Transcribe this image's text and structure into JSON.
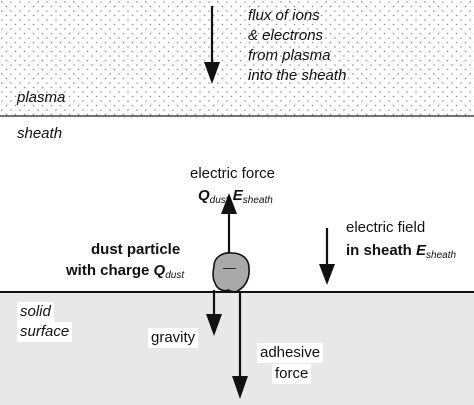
{
  "regions": {
    "plasma": "plasma",
    "sheath": "sheath",
    "surface_line1": "solid",
    "surface_line2": "surface"
  },
  "flux": {
    "line1": "flux of ions",
    "line2": "& electrons",
    "line3": "from plasma",
    "line4": "into the sheath"
  },
  "electric_force": {
    "title": "electric force",
    "q": "Q",
    "q_sub": "dust",
    "e": "E",
    "e_sub": "sheath"
  },
  "electric_field": {
    "line1": "electric field",
    "line2_prefix": "in sheath ",
    "e": "E",
    "e_sub": "sheath"
  },
  "dust": {
    "line1": "dust particle",
    "line2_prefix": "with charge ",
    "q": "Q",
    "q_sub": "dust",
    "charge_symbol": "—"
  },
  "gravity": "gravity",
  "adhesive": {
    "line1": "adhesive",
    "line2": "force"
  },
  "colors": {
    "plasma_dots": "#8a8a8a",
    "surface_fill": "#e8e8e8",
    "particle_fill": "#a9a9a9",
    "ink": "#111111"
  }
}
